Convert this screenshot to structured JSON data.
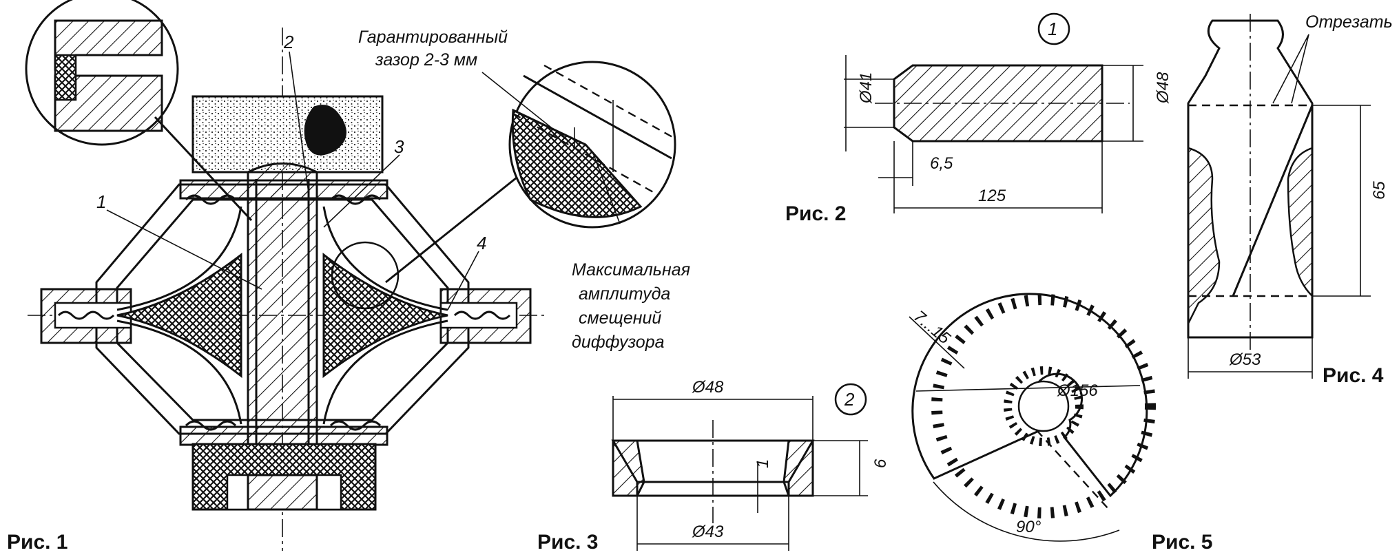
{
  "figures": {
    "fig1": {
      "caption": "Рис. 1",
      "callouts": [
        "1",
        "2",
        "3",
        "4"
      ],
      "gap_note_line1": "Гарантированный",
      "gap_note_line2": "зазор 2-3 мм",
      "amplitude_note_line1": "Максимальная",
      "amplitude_note_line2": "амплитуда",
      "amplitude_note_line3": "смещений",
      "amplitude_note_line4": "диффузора"
    },
    "fig2": {
      "caption": "Рис. 2",
      "part_number": "1",
      "dim_diameter_small": "Ø41",
      "dim_diameter_large": "Ø48",
      "dim_chamfer": "6,5",
      "dim_length": "125"
    },
    "fig3": {
      "caption": "Рис. 3",
      "part_number": "2",
      "dim_outer": "Ø48",
      "dim_inner": "Ø43",
      "dim_height": "6",
      "dim_step": "1"
    },
    "fig4": {
      "caption": "Рис. 4",
      "cut_note": "Отрезать",
      "dim_height": "65",
      "dim_diameter": "Ø53"
    },
    "fig5": {
      "caption": "Рис. 5",
      "dim_notch": "7...15",
      "dim_diameter": "Ø156",
      "dim_angle": "90°"
    }
  },
  "colors": {
    "ink": "#111111",
    "paper": "#ffffff"
  }
}
